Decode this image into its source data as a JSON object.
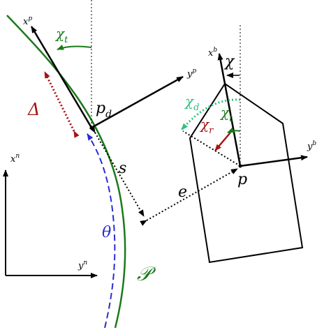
{
  "colors": {
    "black": "#000000",
    "green": "#1a7a1a",
    "light_green": "#2ec27e",
    "red": "#a31515",
    "blue": "#2a2ad6"
  },
  "labels": {
    "x_p": "x",
    "x_p_sup": "p",
    "y_p": "y",
    "y_p_sup": "p",
    "x_b": "x",
    "x_b_sup": "b",
    "y_b": "y",
    "y_b_sup": "b",
    "x_n": "x",
    "x_n_sup": "n",
    "y_n": "y",
    "y_n_sup": "n",
    "chi_t_top": "χ",
    "chi_t_top_sub": "t",
    "chi": "χ",
    "chi_d": "χ",
    "chi_d_sub": "d",
    "chi_r": "χ",
    "chi_r_sub": "r",
    "chi_t_inner": "χ",
    "chi_t_inner_sub": "t",
    "delta": "Δ",
    "p_d": "p",
    "p_d_sub": "d",
    "p": "p",
    "s": "s",
    "e": "e",
    "theta": "θ",
    "path": "𝒫"
  }
}
